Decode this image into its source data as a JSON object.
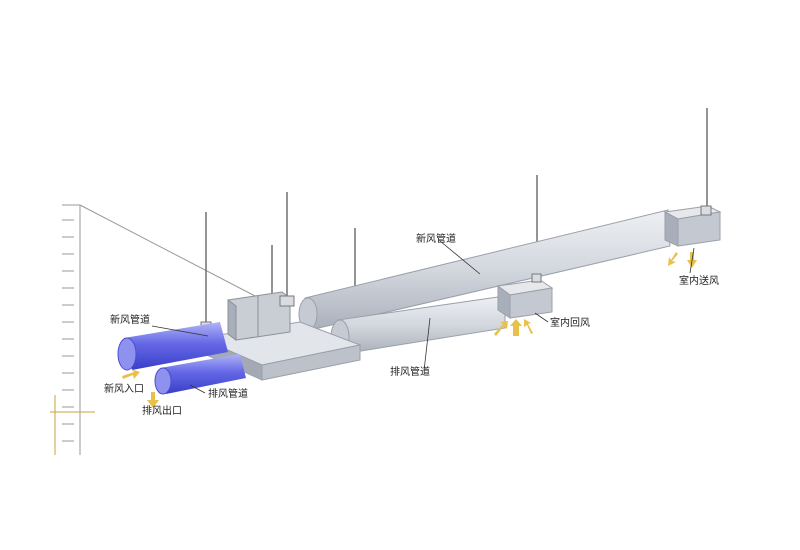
{
  "labels": {
    "fresh_air_duct_left": "新风管道",
    "fresh_air_inlet": "新风入口",
    "exhaust_outlet": "排风出口",
    "exhaust_duct_bottom": "排风管道",
    "exhaust_duct_middle": "排风管道",
    "fresh_air_duct_top": "新风管道",
    "indoor_return_air": "室内回风",
    "indoor_supply_air": "室内送风"
  },
  "colors": {
    "duct_fill": "#d6dae2",
    "duct_shade": "#aeb4c0",
    "box_top": "#e2e5ea",
    "box_front": "#bcc1ca",
    "box_side": "#a4aab5",
    "blue_duct": "#5a5ee0",
    "blue_duct_light": "#9ea2f2",
    "arrow": "#e8c04a",
    "ruler": "#9a9a9a",
    "rod": "#666666",
    "leader": "#333333"
  },
  "icons": [
    "air-flow-arrow-icon"
  ]
}
